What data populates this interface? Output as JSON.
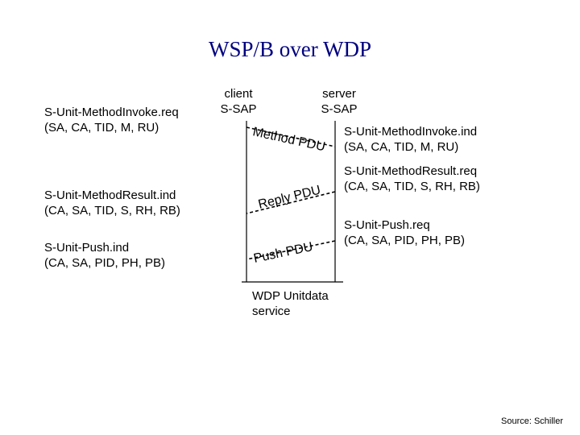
{
  "title": "WSP/B over WDP",
  "client_sap": {
    "line1": "client",
    "line2": "S-SAP"
  },
  "server_sap": {
    "line1": "server",
    "line2": "S-SAP"
  },
  "left_primitives": [
    {
      "name": "S-Unit-MethodInvoke.req",
      "params": "(SA, CA, TID, M, RU)"
    },
    {
      "name": "S-Unit-MethodResult.ind",
      "params": "(CA, SA, TID, S, RH, RB)"
    },
    {
      "name": "S-Unit-Push.ind",
      "params": "(CA, SA, PID, PH, PB)"
    }
  ],
  "right_primitives": [
    {
      "name": "S-Unit-MethodInvoke.ind",
      "params": "(SA, CA, TID, M, RU)"
    },
    {
      "name": "S-Unit-MethodResult.req",
      "params": "(CA, SA, TID, S, RH, RB)"
    },
    {
      "name": "S-Unit-Push.req",
      "params": "(CA, SA, PID, PH, PB)"
    }
  ],
  "pdus": {
    "method": "Method PDU",
    "reply": "Reply PDU",
    "push": "Push PDU"
  },
  "service": {
    "line1": "WDP Unitdata",
    "line2": "service"
  },
  "source": "Source: Schiller",
  "colors": {
    "title": "#000080",
    "text": "#000000",
    "line": "#000000"
  }
}
